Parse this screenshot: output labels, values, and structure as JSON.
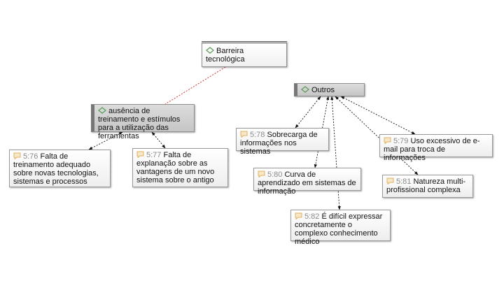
{
  "codes": [
    {
      "id": "barreira",
      "label": "Barreira tecnológica"
    },
    {
      "id": "ausencia",
      "label": "ausência de treinamento e estímulos para a utilização das ferramentas"
    },
    {
      "id": "outros",
      "label": "Outros"
    }
  ],
  "quotations": [
    {
      "id": "q576",
      "ref": "5:76",
      "text": "Falta de treinamento adequado sobre novas tecnologias, sistemas e processos"
    },
    {
      "id": "q577",
      "ref": "5:77",
      "text": "Falta de explanação sobre as vantagens de um novo sistema sobre o antigo"
    },
    {
      "id": "q578",
      "ref": "5:78",
      "text": "Sobrecarga de informações nos sistemas"
    },
    {
      "id": "q579",
      "ref": "5:79",
      "text": "Uso excessivo de e-mail para troca de informações"
    },
    {
      "id": "q580",
      "ref": "5:80",
      "text": "Curva de aprendizado em sistemas de informação"
    },
    {
      "id": "q581",
      "ref": "5:81",
      "text": "Natureza multi-profissional complexa"
    },
    {
      "id": "q582",
      "ref": "5:82",
      "text": "É difícil expressar concretamente o complexo conhecimento médico"
    }
  ],
  "links": [
    {
      "from": "barreira",
      "to": "ausencia",
      "style": "red-dotted"
    },
    {
      "from": "ausencia",
      "to": "q576",
      "style": "dotted-both"
    },
    {
      "from": "ausencia",
      "to": "q577",
      "style": "dotted-both"
    },
    {
      "from": "outros",
      "to": "q578",
      "style": "dotted-both"
    },
    {
      "from": "outros",
      "to": "q579",
      "style": "dotted-both"
    },
    {
      "from": "outros",
      "to": "q580",
      "style": "dotted-both"
    },
    {
      "from": "outros",
      "to": "q581",
      "style": "dotted-both"
    },
    {
      "from": "outros",
      "to": "q582",
      "style": "dotted-both"
    }
  ],
  "colors": {
    "link": "#111111",
    "relation_link": "#d02020",
    "code_icon": "#5aa05a",
    "quote_icon": "#e0b060"
  },
  "icons": {
    "code": "code-diamond-icon",
    "quotation": "quotation-speech-bubble-icon"
  }
}
